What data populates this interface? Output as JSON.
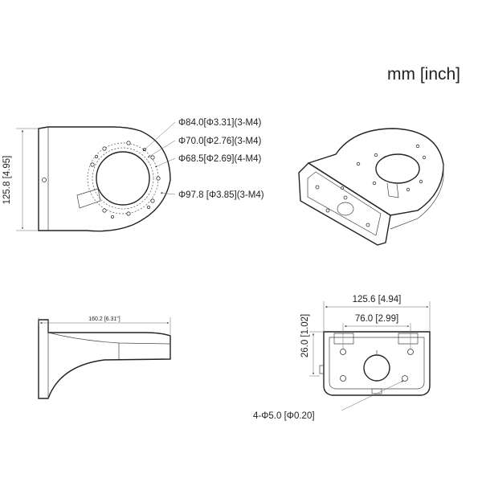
{
  "units": {
    "label": "mm [inch]"
  },
  "views": {
    "top": {
      "height_dim": "125.8 [4.95]",
      "callouts": [
        "Φ84.0[Φ3.31](3-M4)",
        "Φ70.0[Φ2.76](3-M4)",
        "Φ68.5[Φ2.69](4-M4)",
        "Φ97.8 [Φ3.85](3-M4)"
      ]
    },
    "side": {
      "length_dim": "160.2 [6.31\"]"
    },
    "back": {
      "width_dim": "125.6 [4.94]",
      "hole_spacing_dim": "76.0 [2.99]",
      "depth_dim": "26.0 [1.02]",
      "hole_callout": "4-Φ5.0 [Φ0.20]"
    }
  }
}
